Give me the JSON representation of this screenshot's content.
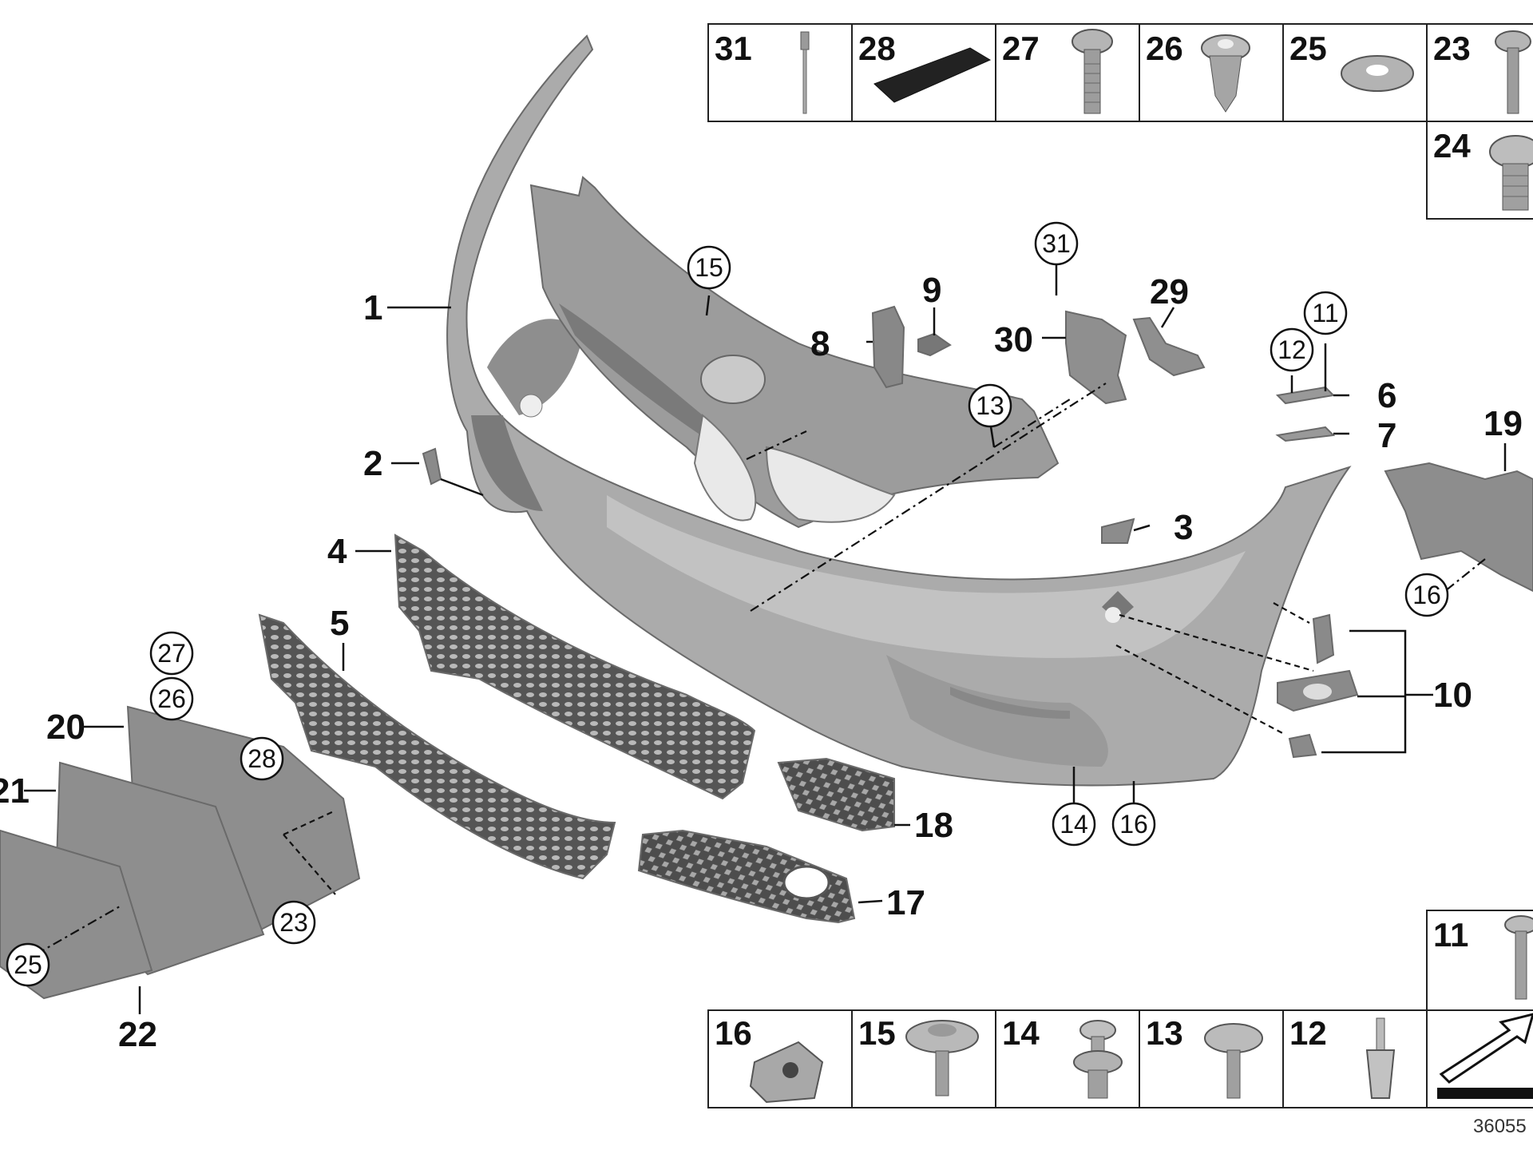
{
  "diagram": {
    "doc_number": "36055",
    "callouts": {
      "c1": "1",
      "c2": "2",
      "c3": "3",
      "c4": "4",
      "c5": "5",
      "c6": "6",
      "c7": "7",
      "c8": "8",
      "c9": "9",
      "c10": "10",
      "c17": "17",
      "c18": "18",
      "c19": "19",
      "c20": "20",
      "c21": "21",
      "c22": "22",
      "c29": "29",
      "c30": "30"
    },
    "circled": {
      "c15": "15",
      "c13": "13",
      "c31": "31",
      "c11": "11",
      "c12": "12",
      "c16a": "16",
      "c16b": "16",
      "c14": "14",
      "c27": "27",
      "c26": "26",
      "c28": "28",
      "c23": "23",
      "c25": "25"
    },
    "top_table": [
      "31",
      "28",
      "27",
      "26",
      "25",
      "23"
    ],
    "top_table_extra": "24",
    "bottom_table": [
      "16",
      "15",
      "14",
      "13",
      "12"
    ],
    "bottom_table_extra": "11"
  },
  "colors": {
    "part_fill": "#a9a9a9",
    "part_dark": "#5c5c5c",
    "part_light": "#c4c4c4",
    "line": "#111111"
  }
}
